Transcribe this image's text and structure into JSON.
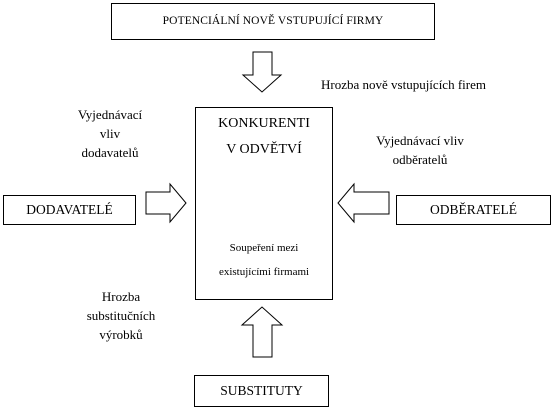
{
  "boxes": {
    "potential_entrants": "POTENCIÁLNÍ NOVĚ VSTUPUJÍCÍ FIRMY",
    "suppliers": "DODAVATELÉ",
    "buyers": "ODBĚRATELÉ",
    "substitutes": "SUBSTITUTY",
    "center": {
      "title_line1": "KONKURENTI",
      "title_line2": "V ODVĚTVÍ",
      "sub_line1": "Soupeření mezi",
      "sub_line2": "existujícími firmami"
    }
  },
  "labels": {
    "threat_entrants": "Hrozba nově vstupujících firem",
    "supplier_power": [
      "Vyjednávací",
      "vliv",
      "dodavatelů"
    ],
    "buyer_power": [
      "Vyjednávací vliv",
      "odběratelů"
    ],
    "threat_substitutes": [
      "Hrozba",
      "substitučních",
      "výrobků"
    ]
  },
  "colors": {
    "stroke": "#000000",
    "fill": "#ffffff",
    "swoosh_fill": "#c8c8c8"
  }
}
